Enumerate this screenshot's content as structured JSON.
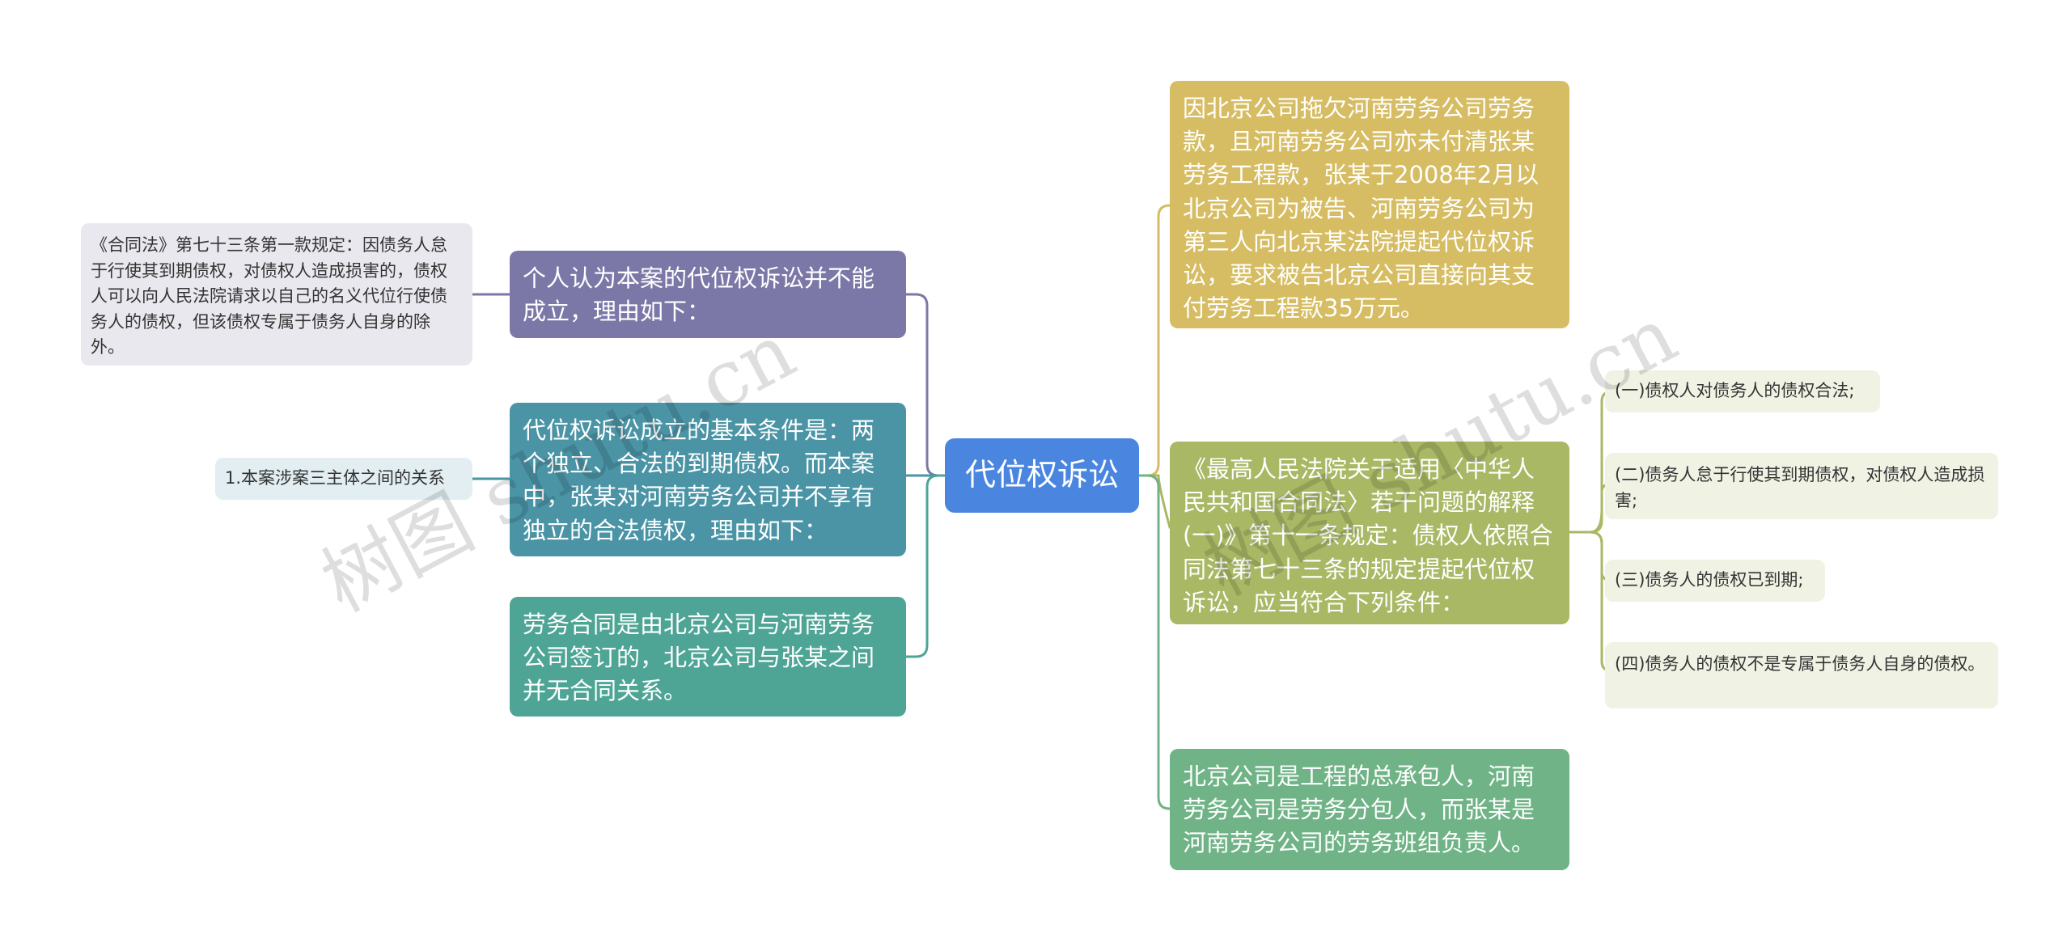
{
  "root": {
    "label": "代位权诉讼",
    "color": "#4a86e0"
  },
  "left": {
    "branch1": {
      "label": "个人认为本案的代位权诉讼并不能成立，理由如下：",
      "color": "#7b78a8",
      "child": {
        "label": "《合同法》第七十三条第一款规定：因债务人怠于行使其到期债权，对债权人造成损害的，债权人可以向人民法院请求以自己的名义代位行使债务人的债权，但该债权专属于债务人自身的除外。",
        "color": "#e8e8ee"
      }
    },
    "branch2": {
      "label": "代位权诉讼成立的基本条件是：两个独立、合法的到期债权。而本案中，张某对河南劳务公司并不享有独立的合法债权，理由如下：",
      "color": "#4a94a6",
      "child": {
        "label": "1.本案涉案三主体之间的关系",
        "color": "#e2eef2"
      }
    },
    "branch3": {
      "label": "劳务合同是由北京公司与河南劳务公司签订的，北京公司与张某之间并无合同关系。",
      "color": "#4ea596"
    }
  },
  "right": {
    "branch1": {
      "label": "因北京公司拖欠河南劳务公司劳务款，且河南劳务公司亦未付清张某劳务工程款，张某于2008年2月以北京公司为被告、河南劳务公司为第三人向北京某法院提起代位权诉讼，要求被告北京公司直接向其支付劳务工程款35万元。",
      "color": "#d6bd63"
    },
    "branch2": {
      "label": "《最高人民法院关于适用〈中华人民共和国合同法〉若干问题的解释(一)》第十一条规定：债权人依照合同法第七十三条的规定提起代位权诉讼，应当符合下列条件：",
      "color": "#a8b865",
      "children": [
        {
          "label": "(一)债权人对债务人的债权合法;"
        },
        {
          "label": "(二)债务人怠于行使其到期债权，对债权人造成损害;"
        },
        {
          "label": "(三)债务人的债权已到期;"
        },
        {
          "label": "(四)债务人的债权不是专属于债务人自身的债权。"
        }
      ],
      "child_color": "#f0f2e4"
    },
    "branch3": {
      "label": "北京公司是工程的总承包人，河南劳务公司是劳务分包人，而张某是河南劳务公司的劳务班组负责人。",
      "color": "#6fb386"
    }
  },
  "watermarks": [
    "树图 shutu.cn",
    "树图 shutu.cn"
  ]
}
